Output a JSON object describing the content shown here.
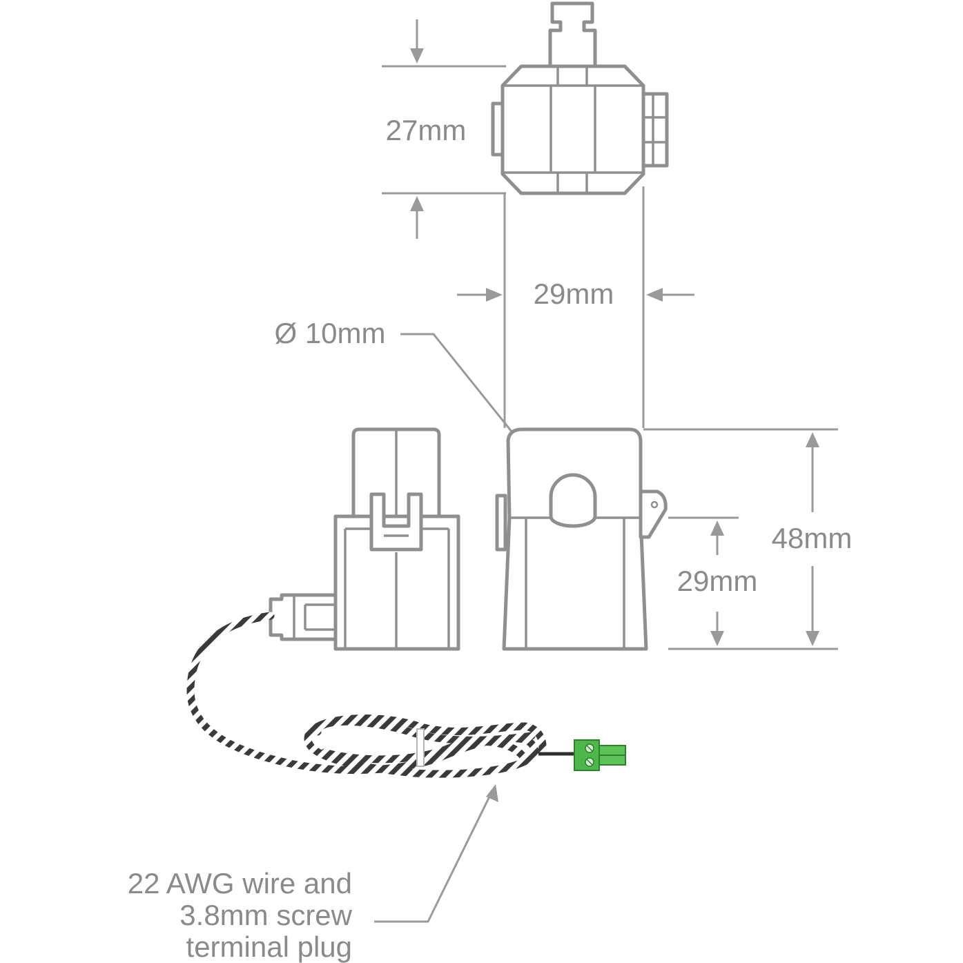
{
  "labels": {
    "top_height": "27mm",
    "width": "29mm",
    "aperture": "Ø 10mm",
    "lower_height": "29mm",
    "total_height": "48mm",
    "wire_line1": "22 AWG wire and",
    "wire_line2": "3.8mm screw",
    "wire_line3": "terminal plug"
  },
  "colors": {
    "outline": "#8f8f8f",
    "text": "#8a8a8a",
    "connector_green": "#4db84a",
    "wire_dark": "#3a3a3a"
  },
  "icons": {
    "sensor_top_view": "current-transformer-top",
    "sensor_side_view": "current-transformer-side",
    "sensor_front_view": "current-transformer-front",
    "connector": "screw-terminal-plug"
  }
}
